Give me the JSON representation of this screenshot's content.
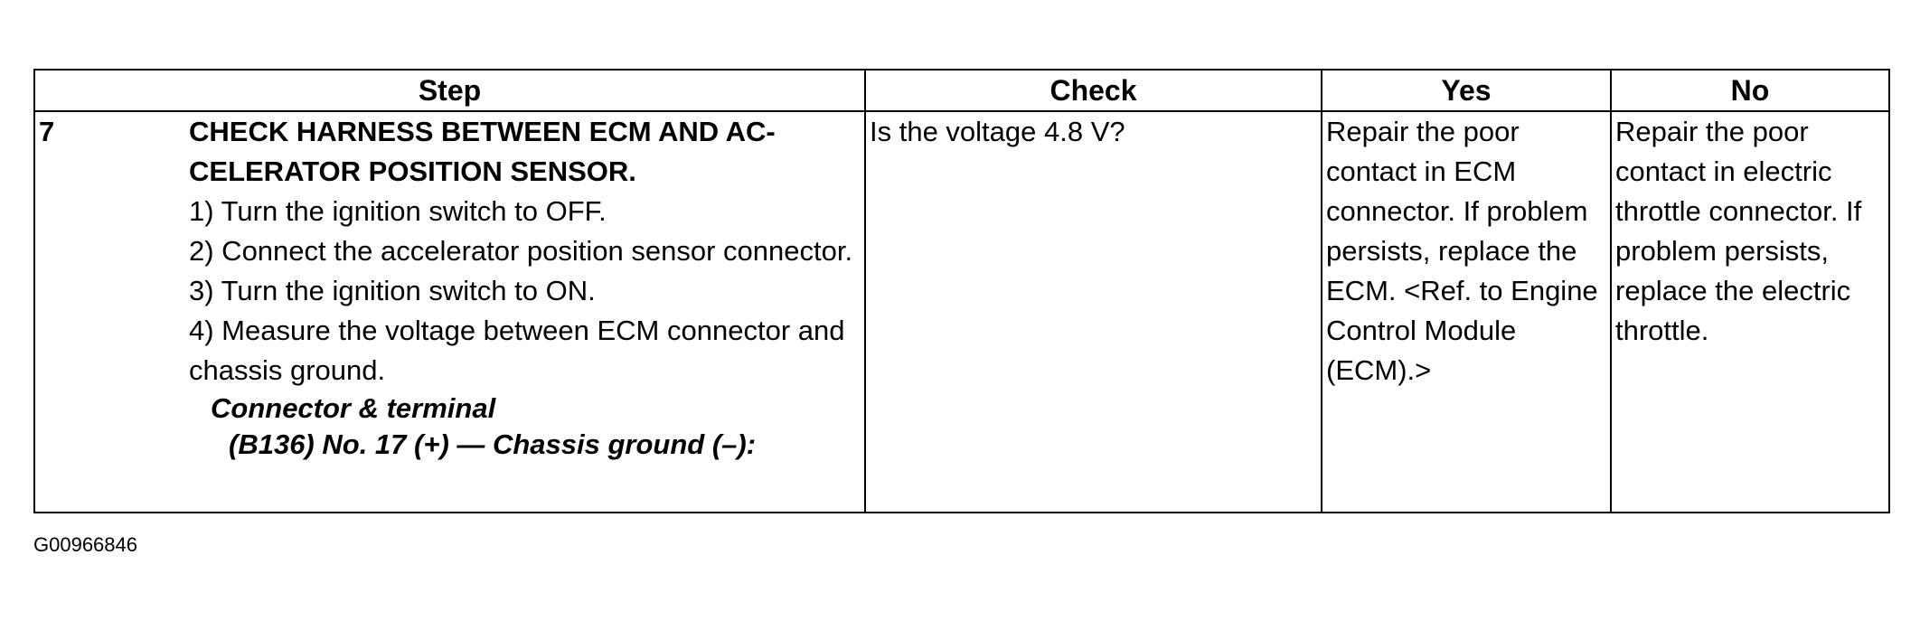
{
  "table": {
    "headers": {
      "step": "Step",
      "check": "Check",
      "yes": "Yes",
      "no": "No"
    },
    "row": {
      "number": "7",
      "title": "CHECK HARNESS BETWEEN ECM AND ACCELERATOR POSITION SENSOR.",
      "title_line1": "CHECK HARNESS BETWEEN ECM AND AC-",
      "title_line2": "CELERATOR POSITION SENSOR.",
      "steps": [
        "1)  Turn the ignition switch to OFF.",
        "2)  Connect the accelerator position sensor connector.",
        "3)  Turn the ignition switch to ON.",
        "4)  Measure the voltage between ECM connector and chassis ground."
      ],
      "connector_label": "Connector & terminal",
      "connector_terminal": "(B136) No. 17 (+) — Chassis ground (–):",
      "check": "Is the voltage 4.8 V?",
      "yes": "Repair the poor contact in ECM connector. If problem persists, replace the ECM. <Ref. to Engine Control Module (ECM).>",
      "no": "Repair the poor contact in electric throttle connector. If problem persists, replace the electric throttle."
    }
  },
  "figure_id": "G00966846"
}
